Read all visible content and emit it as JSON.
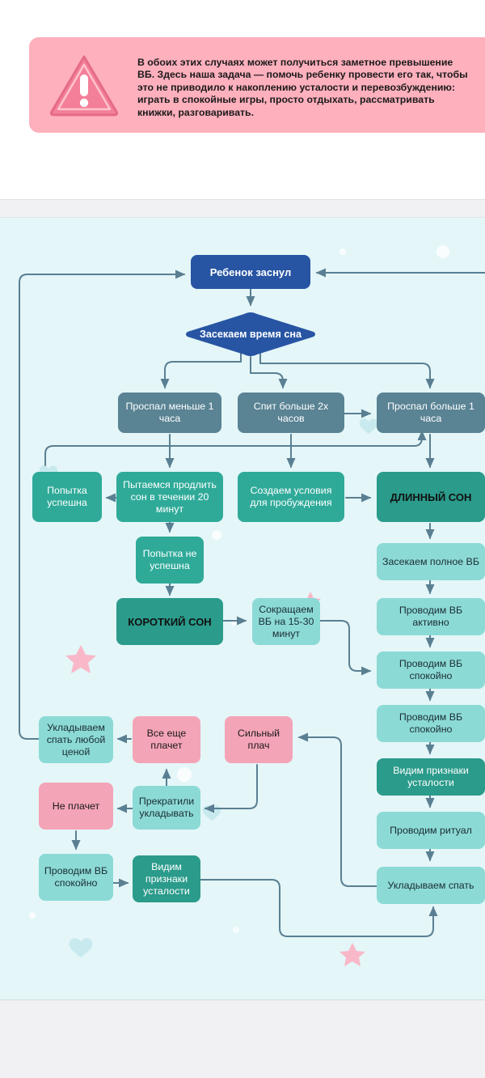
{
  "notice": {
    "text": "В обоих этих случаях может получиться заметное превышение ВБ. Здесь наша задача — помочь ребенку провести его так, чтобы это не приводило к накоплению усталости и перевозбуждению: играть в спокойные игры, просто отдыхать, рассматривать книжки, разговаривать.",
    "bg_color": "#ffb0bd",
    "icon": "warning-triangle-icon"
  },
  "colors": {
    "navy": "#2755a3",
    "slate": "#5a8394",
    "teal": "#2faa99",
    "dark_teal": "#2b9b8b",
    "light_teal": "#8cdad6",
    "pink": "#f4a4b7",
    "arrow": "#5a7f92",
    "canvas": "#e4f6f8"
  },
  "flowchart": {
    "start": "Ребенок заснул",
    "decision": "Засекаем время сна",
    "slept_less": "Проспал меньше 1 часа",
    "sleeps_more_2h": "Спит больше 2х часов",
    "slept_more": "Проспал больше 1 часа",
    "attempt_success": "Попытка успешна",
    "try_extend": "Пытаемся продлить сон в течении 20 минут",
    "create_wakeup": "Создаем условия для пробуждения",
    "long_sleep": "ДЛИННЫЙ СОН",
    "attempt_failed": "Попытка не успешна",
    "track_full_wake": "Засекаем полное ВБ",
    "short_sleep": "КОРОТКИЙ СОН",
    "reduce_wake": "Сокращаем ВБ на 15-30 минут",
    "active_wake": "Проводим ВБ активно",
    "calm_wake_1": "Проводим ВБ спокойно",
    "calm_wake_2": "Проводим ВБ спокойно",
    "put_any_cost": "Укладываем спать любой ценой",
    "still_crying": "Все еще плачет",
    "strong_cry": "Сильный плач",
    "tired_signs_right": "Видим признаки усталости",
    "ritual": "Проводим ритуал",
    "not_crying": "Не плачет",
    "stopped_putting": "Прекратили укладывать",
    "calm_wake_left": "Проводим ВБ спокойно",
    "tired_signs_left": "Видим признаки усталости",
    "put_to_sleep": "Укладываем спать"
  }
}
